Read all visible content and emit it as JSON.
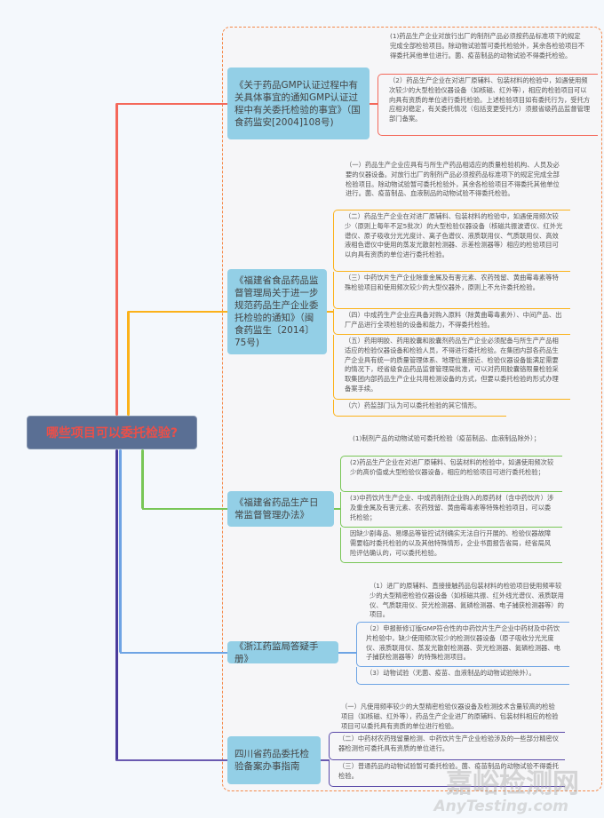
{
  "root": {
    "title": "哪些项目可以委托检验?"
  },
  "colors": {
    "branch1": "#f4685a",
    "branch2": "#fbb21a",
    "branch3": "#78c656",
    "branch4": "#6ea4e4",
    "branch5": "#4a3b9c",
    "topic_bg": "#93cfe6",
    "frame": "#f58a4b"
  },
  "branches": [
    {
      "title": "《关于药品GMP认证过程中有关具体事宜的通知GMP认证过程中有关委托检验的事宜》（国食药监安[2004]108号)",
      "items": [
        "(1)药品生产企业对放行出厂的制剂产品必须按药品标准项下的规定完成全部检验项目。除动物试验暂可委托检验外，其余各检验项目不得委托其他单位进行。菌、疫苗制品的动物试验不得委托检验。",
        "（2）药品生产企业在对进厂原辅料、包装材料的检验中，如遇使用频次较少的大型检验仪器设备（如核磁、红外等），相应的检验项目可以向具有资质的单位进行委托检验。上述检验项目如有委托行为，受托方应相对稳定，有关委托情况（包括变更受托方）须报省级药品监督管理部门备案。"
      ]
    },
    {
      "title": "《福建省食品药品监督管理局关于进一步规范药品生产企业委托检验的通知》（闽食药监生〔2014〕75号)",
      "items": [
        "（一）药品生产企业应具有与所生产药品相适应的质量检验机构、人员及必要的仪器设备。对放行出厂的制剂产品必须按药品标准项下的规定完成全部检验项目。除动物试验暂可委托检验外，其余各检验项目不得委托其他单位进行。菌、疫苗制品、血液制品的动物试验不得委托检验。",
        "（二）药品生产企业在对进厂原辅料、包装材料的检验中，如遇使用频次较少（原则上每年不足5批次）的大型检验仪器设备（核磁共振波谱仪、红外光谱仪、原子吸收分光光度计、离子色谱仪、液质联用仪、气质联用仪、高效液相色谱仪中使用的蒸发光散射检测器、示差检测器等）相应的检验项目可以向具有资质的单位进行委托检验。",
        "（三）中药饮片生产企业除重金属及有害元素、农药残留、黄曲霉毒素等特殊检验项目和使用频次较少的大型仪器外，原则上不允许委托检验。",
        "（四）中成药生产企业应具备对购入原料（除黄曲霉毒素外）、中间产品、出厂产品进行全项检验的设备和能力，不得委托检验。",
        "（五）药用明胶、药用胶囊和胶囊剂药品生产企业必须配备与所生产产品相适应的检验仪器设备和检验人员，不得进行委托检验。在集团内部各药品生产企业具有统一的质量管理体系、地理位置接近、检验仪器设备能满足需要的情况下，经省级食品药品监督管理局批准，可以对药用胶囊铬限量检验采取集团内部药品生产企业共用检测设备的方式，但要以委托检验的形式办理备案手续。",
        "（六）药监部门认为可以委托检验的其它情形。"
      ]
    },
    {
      "title": "《福建省药品生产日常监督管理办法》",
      "items": [
        "(1)制剂产品的动物试验可委托检验（疫苗制品、血液制品除外）；",
        "(2)药品生产企业在对进厂原辅料、包装材料的检验中，如遇使用频次较少的高价值或大型检验仪器设备，相应的检验项目可进行委托检验；",
        "(3)中药饮片生产企业、中成药制剂企业购入的原药材（含中药饮片）涉及重金属及有害元素、农药残留、黄曲霉毒素等特殊检验项目，可以委托检验；",
        "因缺少剧毒品、易爆品等管控试剂确实无法自行开展的、检验仪器故障需要临时委托检验的以及其他特殊情形，企业书面报告省局，经省局风险评估确认的，可以委托检验。"
      ]
    },
    {
      "title": "《浙江药监局答疑手册》",
      "items": [
        "（1）进厂的原辅料、直接接触药品包装材料的检验项目使用频率较少的大型精密检验仪器设备（如核磁共振、红外线光谱仪、液质联用仪、气质联用仪、荧光检测器、氮磷检测器、电子捕获检测器等）的项目。",
        "（2）申报新修订版GMP符合性的中药饮片生产企业中药材及中药饮片检验中，缺少使用频次较少的检测仪器设备（原子吸收分光光度仪、液质联用仪、蒸发光散射检测器、荧光检测器、氮磷检测器、电子捕获检测器等）的特殊检测项目。",
        "（3）动物试验（无菌、疫苗、血液制品的动物试验除外）。"
      ]
    },
    {
      "title": "四川省药品委托检验备案办事指南",
      "items": [
        "（一）凡使用频率较少的大型精密检验仪器设备及检测技术含量较高的检验项目（如核磁、红外等），药品生产企业进厂的原辅料、包装材料相应的检验项目可以委托具有资质的单位进行检验。",
        "（二）中药材农药残留量检测、中药饮片生产企业检验涉及的一些部分精密仪器检测也可委托具有资质的单位进行。",
        "（三）普通药品的动物试验暂可委托检验。菌、疫苗制品的动物试验不得委托检验。"
      ]
    }
  ],
  "watermark": {
    "cn": "嘉峪检测网",
    "en": "AnyTesting.com"
  }
}
